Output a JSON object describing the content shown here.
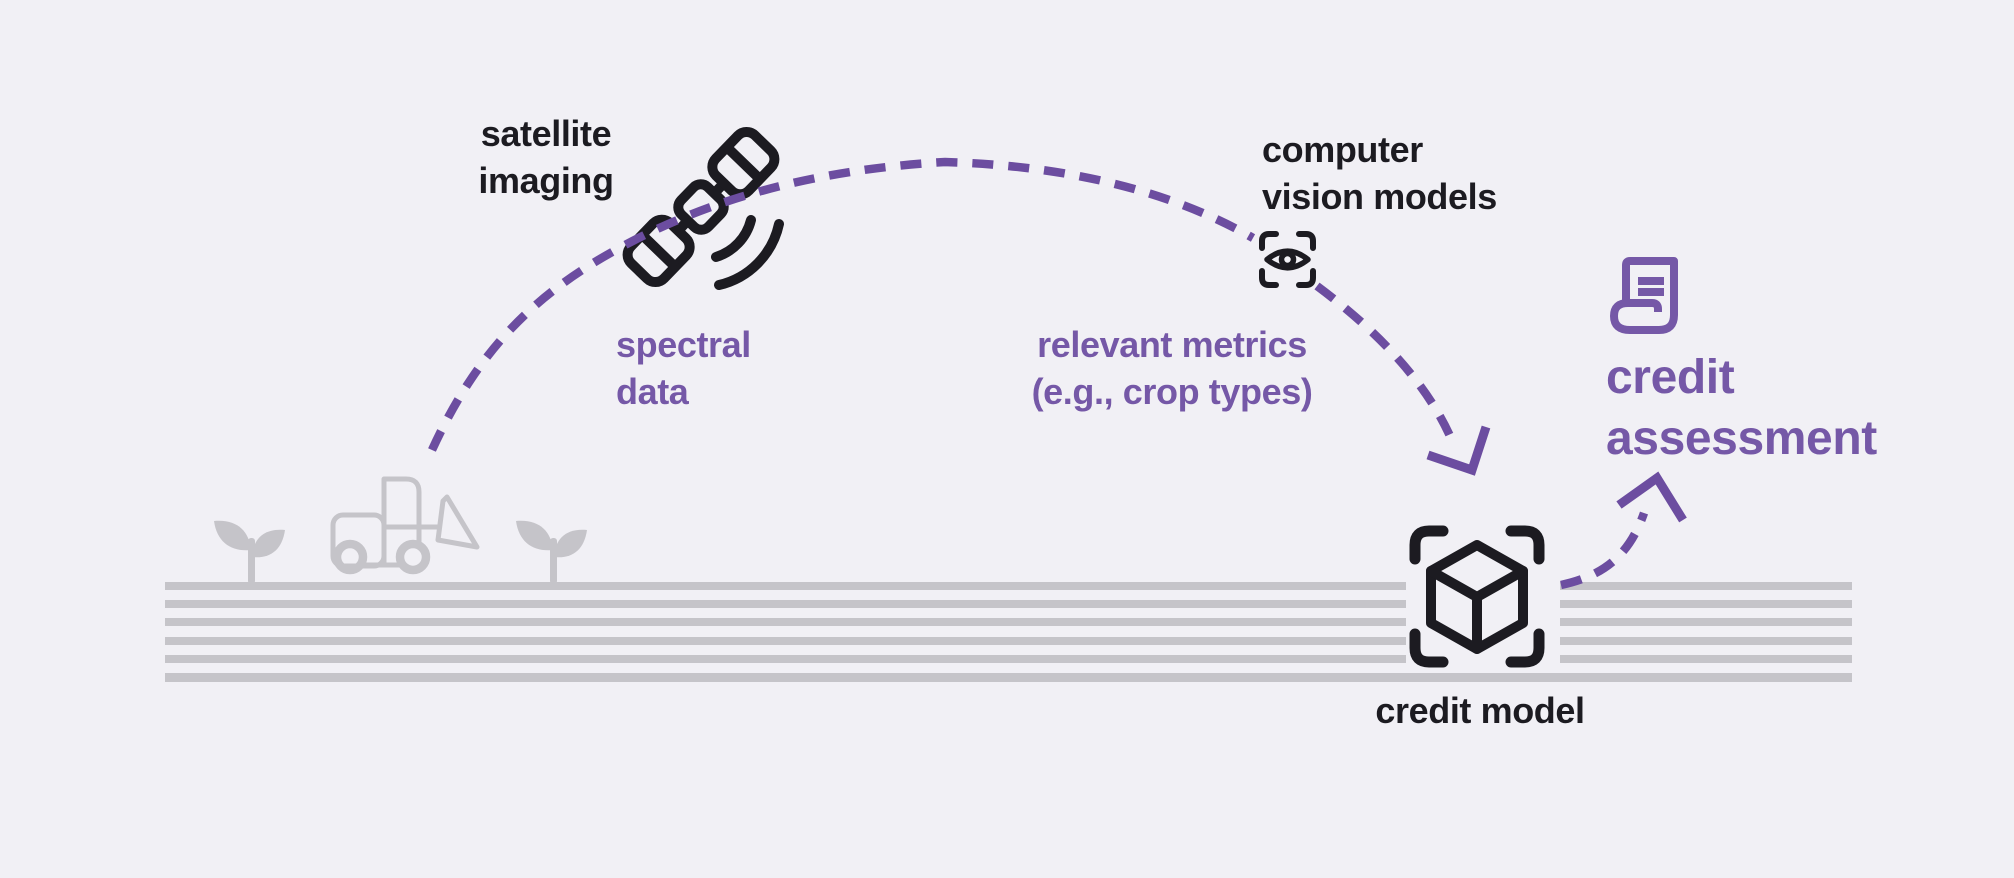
{
  "colors": {
    "background": "#f1f0f5",
    "ink": "#1c1b21",
    "purple": "#7558a7",
    "purple_dash": "#6c4da0",
    "gray": "#c5c4c9"
  },
  "labels": {
    "satellite_imaging": {
      "line1": "satellite",
      "line2": "imaging"
    },
    "spectral_data": {
      "line1": "spectral",
      "line2": "data"
    },
    "computer_vision": {
      "line1": "computer",
      "line2": "vision models"
    },
    "relevant_metrics": {
      "line1": "relevant metrics",
      "line2": "(e.g., crop types)"
    },
    "credit_model": {
      "label": "credit model"
    },
    "credit_assessment": {
      "line1": "credit",
      "line2": "assessment"
    }
  },
  "icons": {
    "satellite": "satellite-icon",
    "computer_vision": "eye-scan-icon",
    "credit_model": "cube-scan-icon",
    "credit_assessment": "receipt-icon",
    "field": "field-rows",
    "tractor": "tractor-icon",
    "sprout": "sprout-icon"
  }
}
